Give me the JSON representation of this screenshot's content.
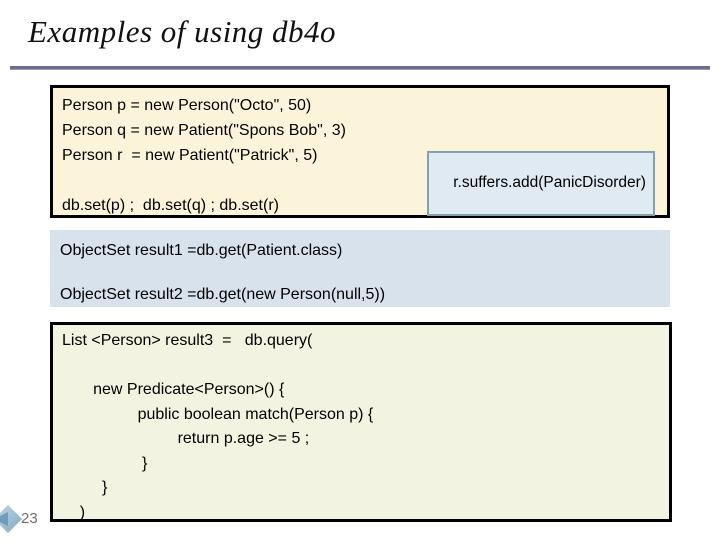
{
  "slide": {
    "title": "Examples of using db4o",
    "page_number": "23"
  },
  "blocks": {
    "creation": {
      "code": "Person p = new Person(\"Octo\", 50)\nPerson q = new Patient(\"Spons Bob\", 3)\nPerson r  = new Patient(\"Patrick\", 5)\n\ndb.set(p) ;  db.set(q) ; db.set(r)"
    },
    "callout": {
      "text": "r.suffers.add(PanicDisorder)"
    },
    "queries": {
      "code": "ObjectSet result1 =db.get(Patient.class)\n\nObjectSet result2 =db.get(new Person(null,5))"
    },
    "native_query": {
      "code": "List <Person> result3  =   db.query(\n\n       new Predicate<Person>() {\n                 public boolean match(Person p) {\n                          return p.age >= 5 ;\n                  }\n         }\n    )"
    }
  },
  "colors": {
    "cream_block": "#fcf4da",
    "green_block": "#f2f4e1",
    "blue_block": "#d8e2ed",
    "callout_bg": "#dfeaf3",
    "divider": "#6c6c90",
    "arrow_dark": "#7fa9c4",
    "arrow_light": "#c2d7e3"
  }
}
